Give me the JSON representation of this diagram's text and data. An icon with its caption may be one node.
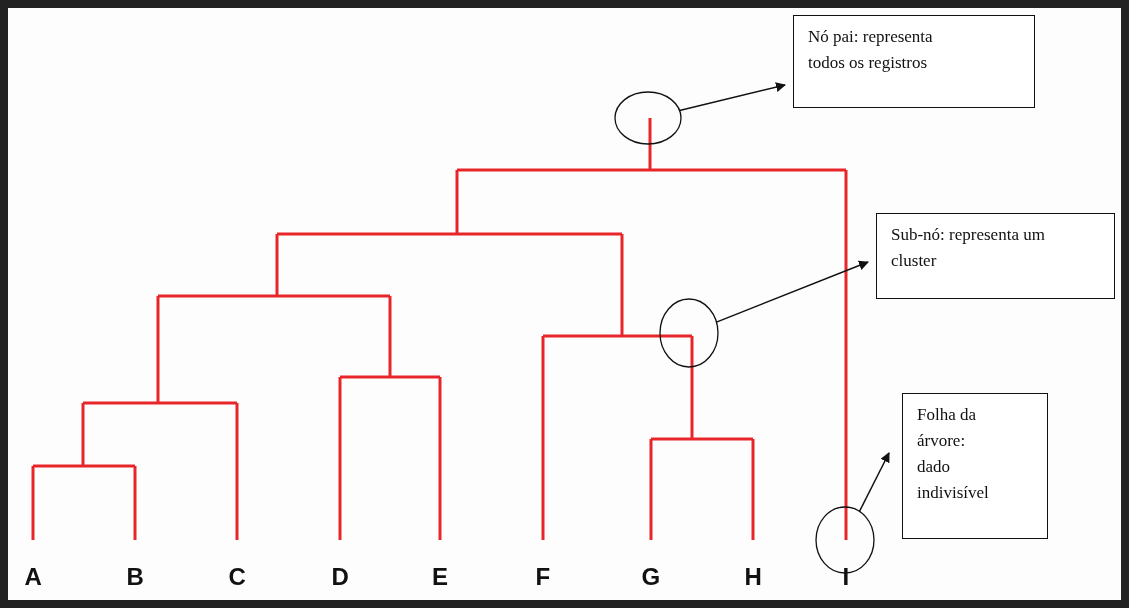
{
  "diagram": {
    "nodes": [
      {
        "text": [],
        "shape": "circle"
      },
      {
        "text": [
          "Nó pai: representa todos os registros"
        ]
      },
      {
        "text": [],
        "shape": "circle"
      },
      {
        "text": [
          "Sub-nó: representa um cluster"
        ]
      },
      {
        "text": [],
        "shape": "circle"
      },
      {
        "text": [
          "Folha da árvore: dado indivisível"
        ]
      }
    ],
    "edges": [
      {
        "from": 0,
        "to": 1,
        "arrow": "to"
      },
      {
        "from": 2,
        "to": 3,
        "arrow": "to"
      },
      {
        "from": 4,
        "to": 5,
        "arrow": "to"
      }
    ],
    "labels": [
      "A",
      "B",
      "C",
      "D",
      "E",
      "F",
      "G",
      "H",
      "I"
    ]
  }
}
